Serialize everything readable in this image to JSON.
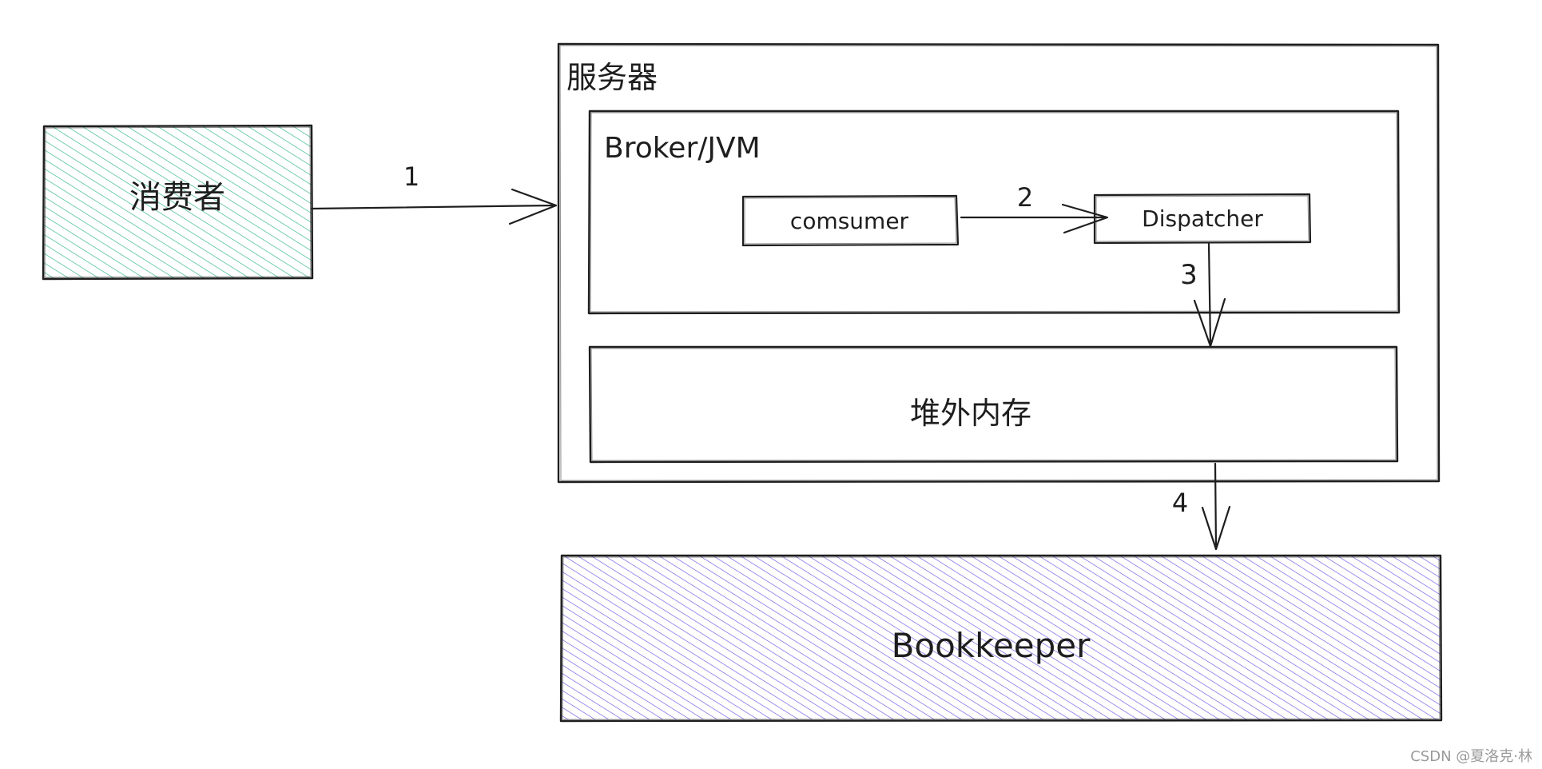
{
  "consumer_box": {
    "label": "消费者",
    "fill": "#3cb98e"
  },
  "server_box": {
    "label": "服务器"
  },
  "broker_box": {
    "label": "Broker/JVM"
  },
  "comsumer_node": {
    "label": "comsumer"
  },
  "dispatcher_node": {
    "label": "Dispatcher"
  },
  "offheap_box": {
    "label": "堆外内存"
  },
  "bookkeeper_box": {
    "label": "Bookkeeper",
    "fill": "#6b56e0"
  },
  "arrows": [
    {
      "label": "1"
    },
    {
      "label": "2"
    },
    {
      "label": "3"
    },
    {
      "label": "4"
    }
  ],
  "watermark": "CSDN @夏洛克·林"
}
